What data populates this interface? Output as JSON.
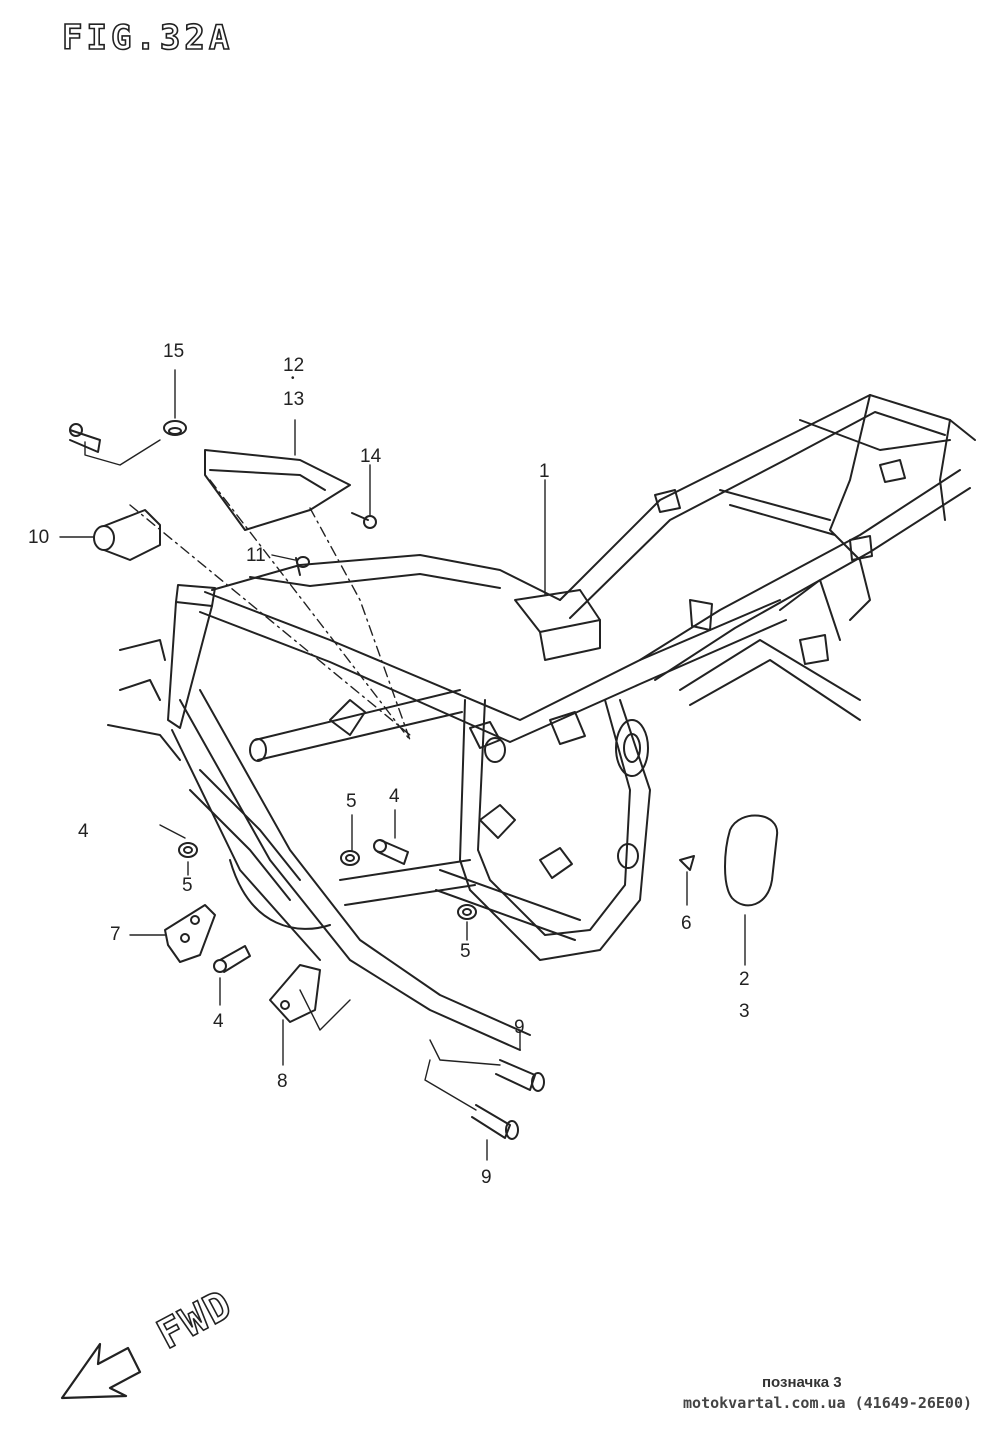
{
  "figure": {
    "title": "FIG.32A",
    "direction_label": "FWD"
  },
  "callouts": {
    "c1": "1",
    "c2": "2",
    "c3": "3",
    "c4a": "4",
    "c4b": "4",
    "c4c": "4",
    "c5a": "5",
    "c5b": "5",
    "c5c": "5",
    "c6": "6",
    "c7": "7",
    "c8": "8",
    "c9a": "9",
    "c9b": "9",
    "c10": "10",
    "c11": "11",
    "c12": "12",
    "c12_dot": "•",
    "c13": "13",
    "c14": "14",
    "c15": "15"
  },
  "footer": {
    "mark": "позначка 3",
    "site": "motokvartal.com.ua (41649-26E00)"
  }
}
